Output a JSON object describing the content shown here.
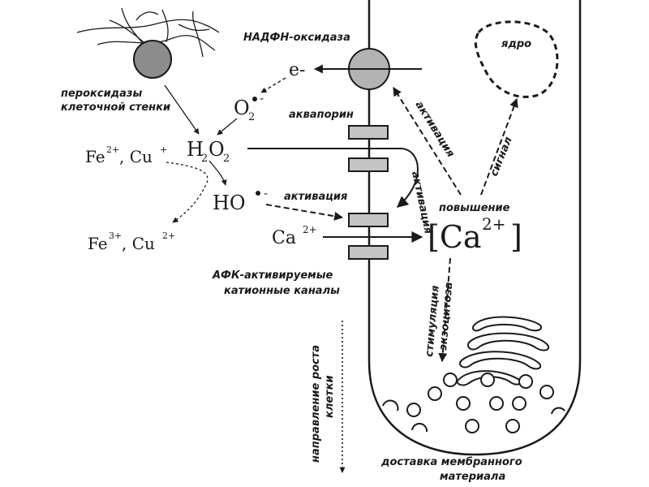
{
  "labels": {
    "nadph_oxidase": "НАДФН-оксидаза",
    "nucleus": "ядро",
    "peroxidases_l1": "пероксидазы",
    "peroxidases_l2": "клеточной стенки",
    "aquaporin": "аквапорин",
    "activation_top": "активация",
    "activation_ho": "активация",
    "activation_h2o2": "активация",
    "signal": "сигнал",
    "increase": "повышение",
    "channels_l1": "АФК-активируемые",
    "channels_l2": "катионные каналы",
    "stimulation_l1": "стимуляция",
    "stimulation_l2": "экзоцитоза",
    "growth_l1": "направление роста",
    "growth_l2": "клетки",
    "delivery_l1": "доставка мембранного",
    "delivery_l2": "материала"
  },
  "chem": {
    "electron": "e-",
    "o2": "O",
    "o2_sub": "2",
    "o2_charge": "-",
    "h2o2_h": "H",
    "h2o2_sub1": "2",
    "h2o2_o": "O",
    "h2o2_sub2": "2",
    "fe_cu_2": "Fe",
    "fe_cu_2_sup": "2+",
    "fe_cu_2_mid": ", Cu",
    "fe_cu_2_sup2": "+",
    "ho": "HO",
    "ho_charge": "-",
    "fe_cu_3": "Fe",
    "fe_cu_3_sup": "3+",
    "fe_cu_3_mid": ", Cu",
    "fe_cu_3_sup2": "2+",
    "ca_in": "Ca",
    "ca_in_sup": "2+",
    "ca_big": "[Ca",
    "ca_big_sup": "2+",
    "ca_big_close": "]"
  },
  "colors": {
    "stroke": "#1a1a1a",
    "grey_fill": "#b3b3b3",
    "dark_fill": "#8c8c8c",
    "channel_fill": "#c4c4c4",
    "background": "#ffffff"
  }
}
